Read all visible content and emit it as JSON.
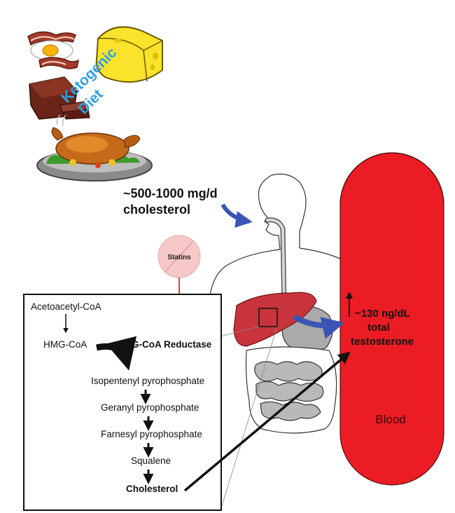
{
  "diet": {
    "word1": "Ketogenic",
    "word2": "Diet"
  },
  "intake": {
    "line1": "~500-1000 mg/d",
    "line2": "cholesterol"
  },
  "statins": {
    "label": "Statins"
  },
  "pathway": {
    "steps": [
      "Acetoacetyl-CoA",
      "HMG-CoA",
      "Isopentenyl pyrophosphate",
      "Geranyl pyrophosphate",
      "Farnesyl pyrophosphate",
      "Squalene",
      "Cholesterol"
    ],
    "enzyme": "HMG-CoA Reductase"
  },
  "testosterone": {
    "line1": "~130 ng/dL",
    "line2": "total",
    "line3": "testosterone"
  },
  "blood": {
    "label": "Blood"
  },
  "colors": {
    "blood": "#ec1c24",
    "arrow_blue": "#3a55b4",
    "diet_text": "#2f9fe0",
    "liver": "#c8343c",
    "statin_badge": "#f6c8c8",
    "inhibit": "#e53a3a"
  }
}
